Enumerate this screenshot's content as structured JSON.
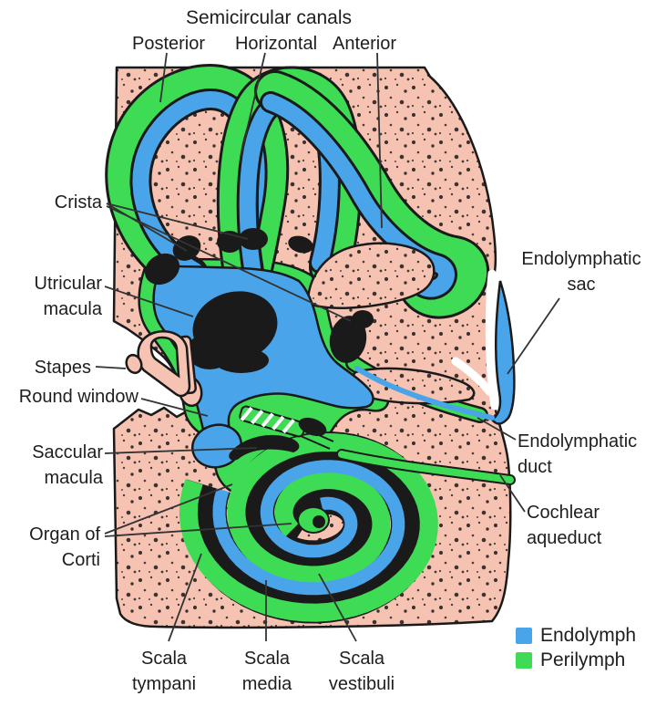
{
  "title": "Inner ear membranous labyrinth diagram",
  "colors": {
    "endolymph": "#4aa4e9",
    "perilymph": "#3edb55",
    "bone": "#f6c3b3",
    "speckle": "#45110a",
    "outline": "#1a1a1a",
    "leader": "#333333",
    "label_text": "#1e1e1e"
  },
  "labels": {
    "semicircular_canals": "Semicircular canals",
    "posterior": "Posterior",
    "horizontal": "Horizontal",
    "anterior": "Anterior",
    "crista": "Crista",
    "utricular_macula": {
      "l1": "Utricular",
      "l2": "macula"
    },
    "stapes": "Stapes",
    "round_window": "Round window",
    "saccular_macula": {
      "l1": "Saccular",
      "l2": "macula"
    },
    "organ_of_corti": {
      "l1": "Organ of",
      "l2": "Corti"
    },
    "scala_tympani": {
      "l1": "Scala",
      "l2": "tympani"
    },
    "scala_media": {
      "l1": "Scala",
      "l2": "media"
    },
    "scala_vestibuli": {
      "l1": "Scala",
      "l2": "vestibuli"
    },
    "endolymphatic_sac": {
      "l1": "Endolymphatic",
      "l2": "sac"
    },
    "endolymphatic_duct": {
      "l1": "Endolymphatic",
      "l2": "duct"
    },
    "cochlear_aqueduct": {
      "l1": "Cochlear",
      "l2": "aqueduct"
    }
  },
  "legend": {
    "items": [
      {
        "label": "Endolymph",
        "color": "#4aa4e9"
      },
      {
        "label": "Perilymph",
        "color": "#3edb55"
      }
    ]
  }
}
